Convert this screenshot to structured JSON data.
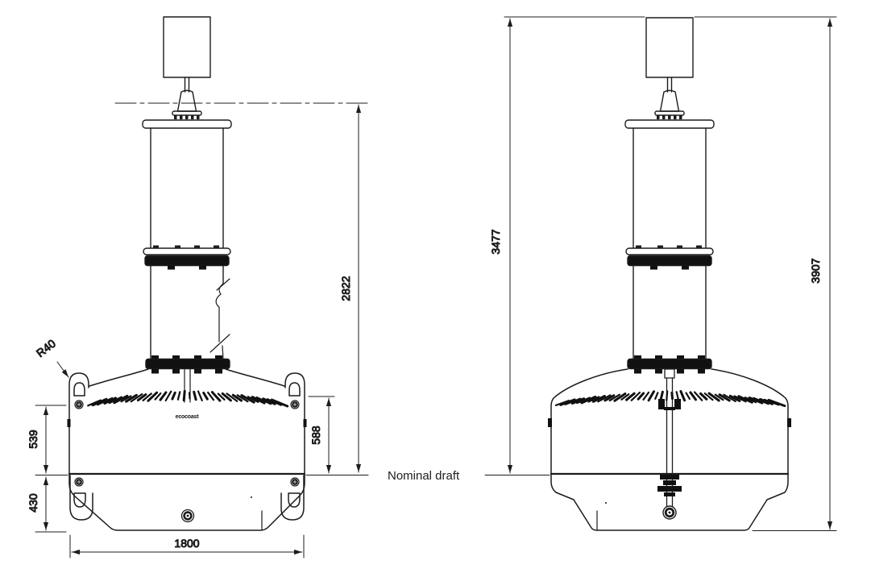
{
  "drawing": {
    "background": "#ffffff",
    "stroke_color": "#1c1c1c",
    "front_view": {
      "logo": "ecocoast"
    },
    "labels": {
      "nominal_draft": "Nominal draft",
      "radius": "R40"
    },
    "dimensions": {
      "focal_height_above_draft": "2822",
      "freeboard_left": "539",
      "depth_below_draft": "430",
      "deck_height_right": "588",
      "hull_width": "1800",
      "height_above_draft_total": "3477",
      "overall_height": "3907"
    }
  }
}
